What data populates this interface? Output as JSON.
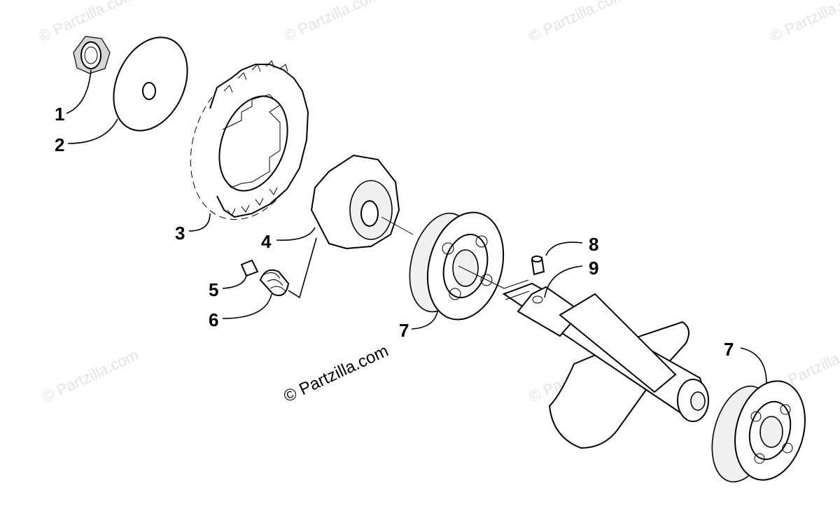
{
  "diagram": {
    "callouts": {
      "c1": "1",
      "c2": "2",
      "c3": "3",
      "c4": "4",
      "c5": "5",
      "c6": "6",
      "c7a": "7",
      "c7b": "7",
      "c8": "8",
      "c9": "9"
    },
    "copyright_text": "© Partzilla.com",
    "watermark_text": "© Partzilla.com"
  }
}
